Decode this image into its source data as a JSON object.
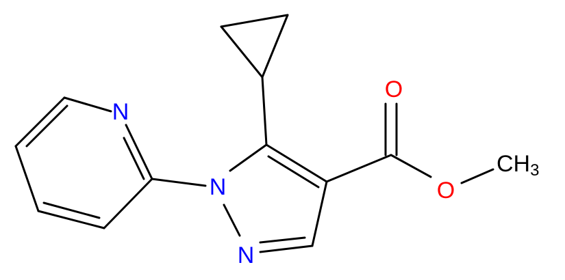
{
  "molecule": {
    "atoms": {
      "pyridine_n": {
        "symbol": "N",
        "color": "#0000ff"
      },
      "pyrazole_n1": {
        "symbol": "N",
        "color": "#0000ff"
      },
      "pyrazole_n2": {
        "symbol": "N",
        "color": "#0000ff"
      },
      "carbonyl_o": {
        "symbol": "O",
        "color": "#ff0000"
      },
      "ester_o": {
        "symbol": "O",
        "color": "#ff0000"
      },
      "methyl": {
        "symbol": "CH",
        "subscript": "3",
        "color": "#000000"
      }
    },
    "bond_color": "#000000"
  }
}
